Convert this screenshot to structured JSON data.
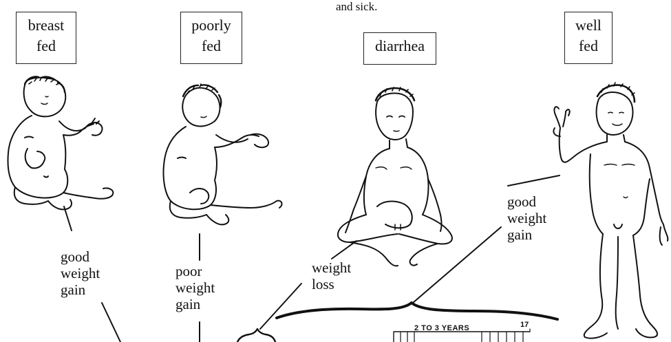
{
  "header": {
    "caption_fragment": "and sick."
  },
  "labels": {
    "breast_fed": [
      "breast",
      "fed"
    ],
    "poorly_fed": [
      "poorly",
      "fed"
    ],
    "diarrhea": [
      "diarrhea"
    ],
    "well_fed": [
      "well",
      "fed"
    ]
  },
  "notes": {
    "good_gain_left": [
      "good",
      "weight",
      "gain"
    ],
    "poor_gain": [
      "poor",
      "weight",
      "gain"
    ],
    "weight_loss": [
      "weight",
      "loss"
    ],
    "good_gain_right": [
      "good",
      "weight",
      "gain"
    ]
  },
  "growth_chart": {
    "age_label": "2 TO 3 YEARS",
    "tick_number": "17"
  },
  "illustrations": [
    "breast-fed-infant-figure",
    "poorly-fed-infant-figure",
    "diarrhea-emaciated-child-figure",
    "well-fed-child-waving-figure"
  ]
}
